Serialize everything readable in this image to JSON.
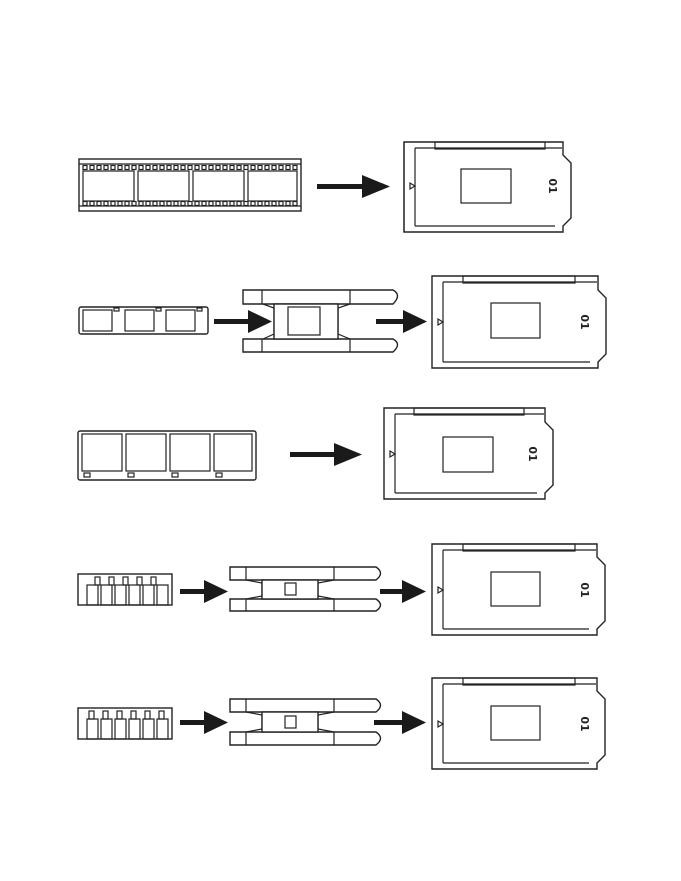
{
  "holder_label": "01",
  "holder_symbol": "◁",
  "rows": [
    {
      "film": "35mm-strip",
      "adapter": false
    },
    {
      "film": "apsfilm-strip",
      "adapter": true
    },
    {
      "film": "medium-format-strip",
      "adapter": false
    },
    {
      "film": "110-strip",
      "adapter": true
    },
    {
      "film": "110-strip",
      "adapter": true
    }
  ]
}
